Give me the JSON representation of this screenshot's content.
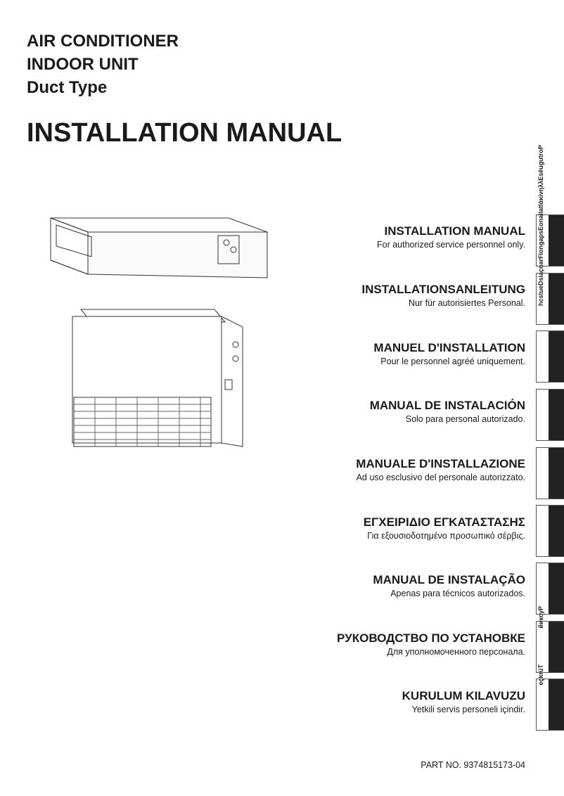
{
  "header": {
    "line1": "AIR CONDITIONER",
    "line2": "INDOOR UNIT",
    "line3": "Duct Type"
  },
  "title": "INSTALLATION MANUAL",
  "languages": [
    {
      "title": "INSTALLATION MANUAL",
      "subtitle": "For authorized service personnel only."
    },
    {
      "title": "INSTALLATIONSANLEITUNG",
      "subtitle": "Nur für autorisiertes Personal."
    },
    {
      "title": "MANUEL D'INSTALLATION",
      "subtitle": "Pour le personnel agréé uniquement."
    },
    {
      "title": "MANUAL DE INSTALACIÓN",
      "subtitle": "Solo para personal autorizado."
    },
    {
      "title": "MANUALE D'INSTALLAZIONE",
      "subtitle": "Ad uso esclusivo del personale autorizzato."
    },
    {
      "title": "ΕΓΧΕΙΡΙΔΙΟ ΕΓΚΑΤΑΣΤΑΣΗΣ",
      "subtitle": "Για εξουσιοδοτημένο προσωπικό σέρβις."
    },
    {
      "title": "MANUAL DE INSTALAÇÃO",
      "subtitle": "Apenas para técnicos autorizados."
    },
    {
      "title": "РУКОВОДСТВО ПО УСТАНОВКЕ",
      "subtitle": "Для уполномоченного персонала."
    },
    {
      "title": "KURULUM KILAVUZU",
      "subtitle": "Yetkili servis personeli içindir."
    }
  ],
  "tab_labels": {
    "main": "hcstueDsiaçnarFlongapsEonailatIάκіνηλλΕsêugutroP",
    "russian": "йиксуР",
    "turkish": "eçkrüT"
  },
  "part_no": "PART NO. 9374815173-04"
}
